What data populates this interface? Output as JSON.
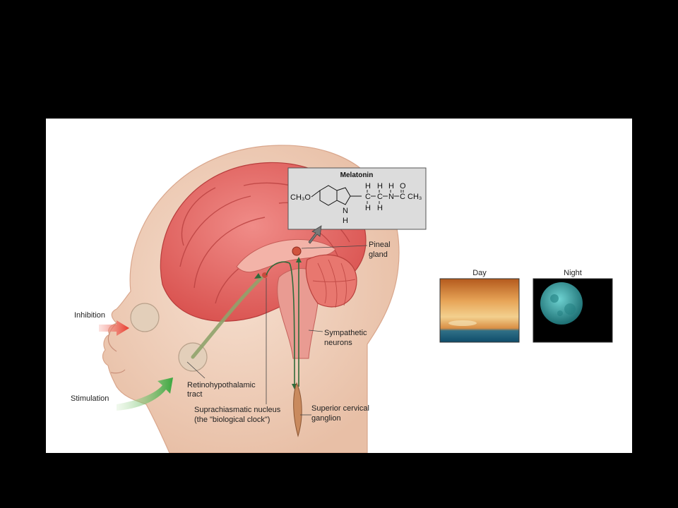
{
  "labels": {
    "inhibition": "Inhibition",
    "stimulation": "Stimulation",
    "retino_line1": "Retinohypothalamic",
    "retino_line2": "tract",
    "scn_line1": "Suprachiasmatic nucleus",
    "scn_line2": "(the \"biological clock\")",
    "pineal_line1": "Pineal",
    "pineal_line2": "gland",
    "symp_line1": "Sympathetic",
    "symp_line2": "neurons",
    "ganglion_line1": "Superior cervical",
    "ganglion_line2": "ganglion"
  },
  "melatonin": {
    "title": "Melatonin",
    "methoxy": "CH₃O",
    "h": "H",
    "c": "C",
    "n": "N",
    "o": "O",
    "methyl": "CH₃"
  },
  "photos": {
    "day_label": "Day",
    "night_label": "Night"
  },
  "colors": {
    "inhibition_arrow": "#e8382b",
    "stimulation_arrow": "#3aa73f",
    "nerve_path": "#2f6b3a",
    "brain": "#e56b6b",
    "head_skin": "#f2d3c0",
    "melatonin_box": "#dcdcdc"
  }
}
